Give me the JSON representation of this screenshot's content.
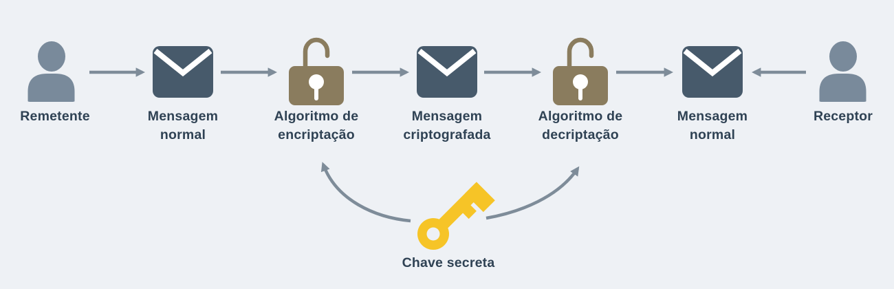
{
  "title": "Symmetric encryption flow diagram",
  "colors": {
    "background": "#EEF1F5",
    "envelope": "#475A6B",
    "person": "#798A9B",
    "arrow": "#7E8C99",
    "lock": "#8A7C5E",
    "key": "#F6C427",
    "text": "#2F4254",
    "keyhole": "#FFFFFF"
  },
  "diagram": {
    "nodes": [
      {
        "id": "sender",
        "type": "person",
        "icon": "person-icon",
        "line1": "Remetente"
      },
      {
        "id": "plain-message-1",
        "type": "envelope",
        "icon": "envelope-icon",
        "line1": "Mensagem",
        "line2": "normal"
      },
      {
        "id": "encryption-algorithm",
        "type": "open-padlock",
        "icon": "padlock-icon",
        "line1": "Algoritmo de",
        "line2": "encriptação"
      },
      {
        "id": "encrypted-message",
        "type": "envelope",
        "icon": "envelope-icon",
        "line1": "Mensagem",
        "line2": "criptografada"
      },
      {
        "id": "decryption-algorithm",
        "type": "open-padlock",
        "icon": "padlock-icon",
        "line1": "Algoritmo de",
        "line2": "decriptação"
      },
      {
        "id": "plain-message-2",
        "type": "envelope",
        "icon": "envelope-icon",
        "line1": "Mensagem",
        "line2": "normal"
      },
      {
        "id": "receiver",
        "type": "person",
        "icon": "person-icon",
        "line1": "Receptor"
      }
    ],
    "key_node": {
      "id": "secret-key",
      "icon": "key-icon",
      "label": "Chave secreta"
    },
    "flow": [
      "sender → plain-message-1",
      "plain-message-1 → encryption-algorithm",
      "encryption-algorithm → encrypted-message",
      "encrypted-message → decryption-algorithm",
      "decryption-algorithm → plain-message-2",
      "receiver → plain-message-2",
      "secret-key → encryption-algorithm",
      "secret-key → decryption-algorithm"
    ]
  }
}
